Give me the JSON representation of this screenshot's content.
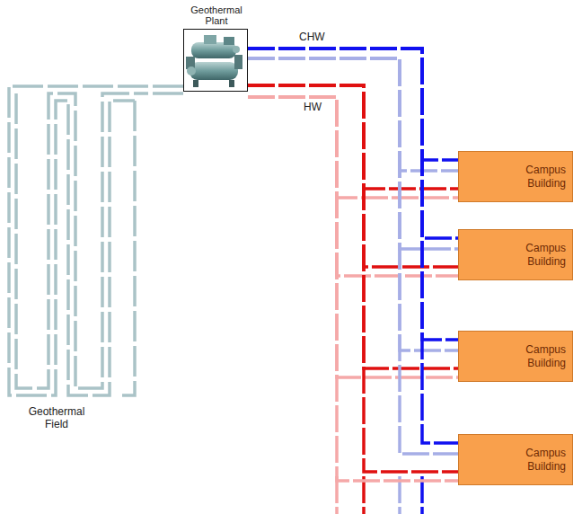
{
  "diagram": {
    "nodes": [
      {
        "text": [
          "Geothermal Plant"
        ]
      },
      {
        "text": [
          "Campus Building"
        ]
      },
      {
        "text": [
          "Campus Building"
        ]
      },
      {
        "text": [
          "Campus Building"
        ]
      },
      {
        "text": [
          "Campus Building"
        ]
      }
    ],
    "edges": [
      {
        "from": 0,
        "to": 1,
        "arrow": "none"
      },
      {
        "from": 0,
        "to": 2,
        "arrow": "none"
      },
      {
        "from": 0,
        "to": 3,
        "arrow": "none"
      },
      {
        "from": 0,
        "to": 4,
        "arrow": "none"
      }
    ],
    "labels": [
      "CHW",
      "HW",
      "Geothermal Field"
    ]
  }
}
